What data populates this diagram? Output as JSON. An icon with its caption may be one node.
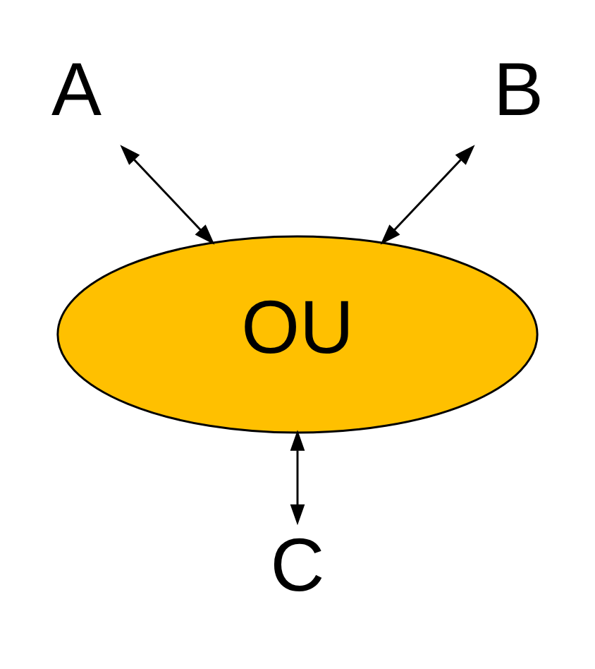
{
  "diagram": {
    "nodes": [
      {
        "text": [
          "A"
        ]
      },
      {
        "text": [
          "B"
        ]
      },
      {
        "text": [
          "OU"
        ]
      },
      {
        "text": [
          "C"
        ]
      }
    ],
    "edges": [
      {
        "from": 0,
        "to": 2,
        "arrow": "both"
      },
      {
        "from": 1,
        "to": 2,
        "arrow": "both"
      },
      {
        "from": 2,
        "to": 3,
        "arrow": "both"
      }
    ]
  }
}
